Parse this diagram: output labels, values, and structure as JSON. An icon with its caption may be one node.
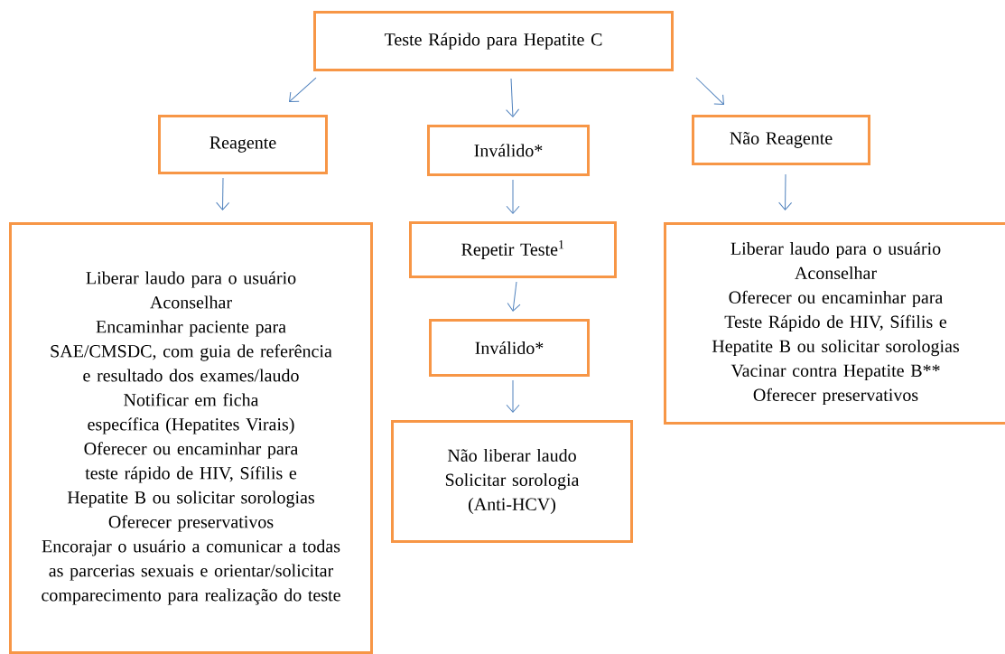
{
  "diagram": {
    "nodes": [
      {
        "text": [
          "Teste Rápido para Hepatite C"
        ]
      },
      {
        "text": [
          "Reagente"
        ]
      },
      {
        "text": [
          "Inválido*"
        ]
      },
      {
        "text": [
          "Não Reagente"
        ]
      },
      {
        "text": [
          "Liberar laudo para o usuário",
          "Aconselhar",
          "Encaminhar paciente para SAE/CMSDC, com guia de referência e resultado dos exames/laudo",
          "Notificar em ficha específica (Hepatites Virais)",
          "Oferecer ou encaminhar para teste rápido de HIV, Sífilis e Hepatite B ou solicitar sorologias",
          "Oferecer preservativos",
          "Encorajar o usuário a comunicar a todas as parcerias sexuais e orientar/solicitar comparecimento para realização do teste"
        ]
      },
      {
        "text": [
          "Repetir Teste$^{1}$"
        ]
      },
      {
        "text": [
          "Inválido*"
        ]
      },
      {
        "text": [
          "Não liberar laudo",
          "Solicitar sorologia (Anti-HCV)"
        ]
      },
      {
        "text": [
          "Liberar laudo para o usuário",
          "Aconselhar",
          "Oferecer ou encaminhar para Teste Rápido de HIV, Sífilis e Hepatite B ou solicitar sorologias",
          "Vacinar contra Hepatite B**",
          "Oferecer preservativos"
        ]
      }
    ],
    "edges": [
      {
        "from": 0,
        "to": 1,
        "arrow": "to"
      },
      {
        "from": 0,
        "to": 2,
        "arrow": "to"
      },
      {
        "from": 0,
        "to": 3,
        "arrow": "to"
      },
      {
        "from": 1,
        "to": 4,
        "arrow": "to"
      },
      {
        "from": 2,
        "to": 5,
        "arrow": "to"
      },
      {
        "from": 5,
        "to": 6,
        "arrow": "to"
      },
      {
        "from": 6,
        "to": 7,
        "arrow": "to"
      },
      {
        "from": 3,
        "to": 8,
        "arrow": "to"
      }
    ]
  }
}
